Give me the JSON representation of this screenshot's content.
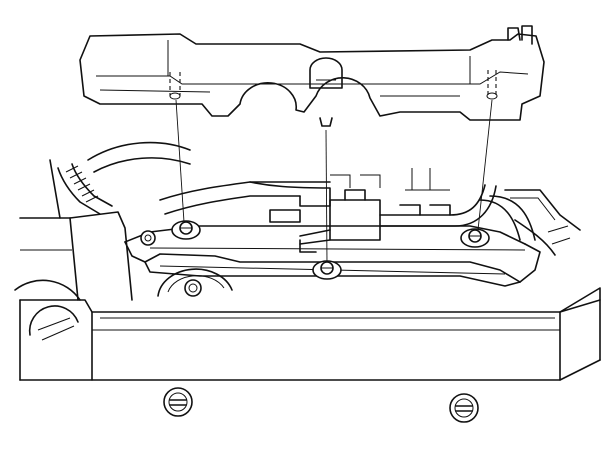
{
  "figure": {
    "kind": "technical exploded-view line drawing",
    "parts": [
      {
        "name": "cover",
        "icon": "engine-cover"
      },
      {
        "name": "fastener-left",
        "icon": "bolt"
      },
      {
        "name": "fastener-center",
        "icon": "bolt"
      },
      {
        "name": "fastener-right",
        "icon": "bolt"
      },
      {
        "name": "plug-left",
        "icon": "plug"
      },
      {
        "name": "plug-right",
        "icon": "plug"
      }
    ],
    "colors": {
      "line": "#111111",
      "background": "#ffffff"
    }
  }
}
